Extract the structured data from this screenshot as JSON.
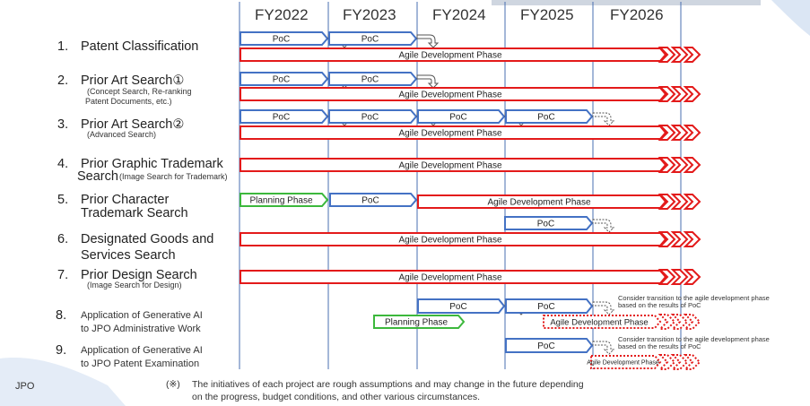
{
  "years": [
    "FY2022",
    "FY2023",
    "FY2024",
    "FY2025",
    "FY2026"
  ],
  "labels": {
    "poc": "PoC",
    "agile": "Agile Development Phase",
    "planning": "Planning Phase"
  },
  "rows": [
    {
      "num": "1.",
      "title": "Patent Classification",
      "title2": "",
      "sub": ""
    },
    {
      "num": "2.",
      "title": "Prior Art Search①",
      "title2": "",
      "sub": "(Concept Search, Re-ranking",
      "sub2": "Patent Documents, etc.)"
    },
    {
      "num": "3.",
      "title": "Prior Art Search②",
      "title2": "",
      "sub": "(Advanced Search)"
    },
    {
      "num": "4.",
      "title": "Prior Graphic Trademark",
      "title2": "Search",
      "sub": "(Image Search for Trademark)"
    },
    {
      "num": "5.",
      "title": "Prior Character",
      "title2": "Trademark Search",
      "sub": ""
    },
    {
      "num": "6.",
      "title": "Designated Goods and",
      "title2": "Services Search",
      "sub": ""
    },
    {
      "num": "7.",
      "title": "Prior Design Search",
      "title2": "",
      "sub": "(Image Search for Design)"
    },
    {
      "num": "8.",
      "title": "Application of Generative AI",
      "title2": "to JPO Administrative Work",
      "sub": ""
    },
    {
      "num": "9.",
      "title": "Application of Generative AI",
      "title2": "to JPO Patent Examination",
      "sub": ""
    }
  ],
  "notes": {
    "consider_line1": "Consider transition to the agile development phase",
    "consider_line2": "based on the results of PoC"
  },
  "footer": {
    "jpo": "JPO",
    "mark": "(※)",
    "line1": "The initiatives of each project are rough assumptions and may change in the future depending",
    "line2": "on the progress, budget conditions, and other various circumstances."
  },
  "colors": {
    "poc": "#4472c4",
    "agile": "#e31a1a",
    "planning": "#3cb83c",
    "grid": "#4a6fb0",
    "continue_arrow": "#555555"
  }
}
